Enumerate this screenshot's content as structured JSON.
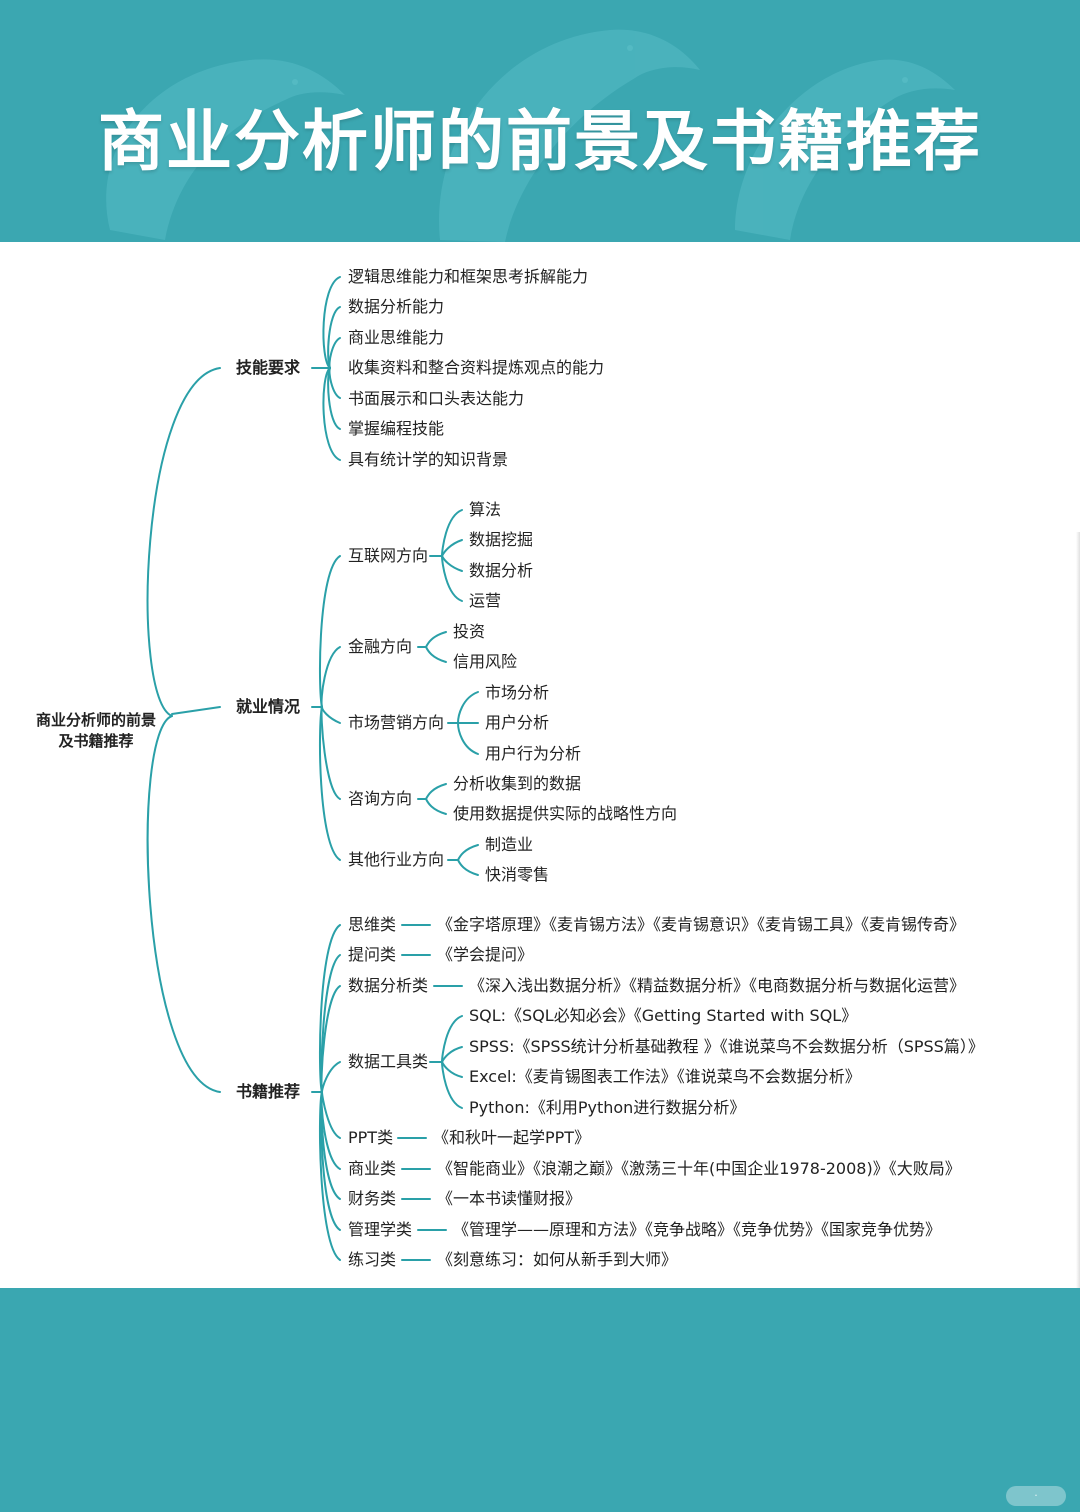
{
  "title": "商业分析师的前景及书籍推荐",
  "colors": {
    "accent": "#3aa7b1",
    "line": "#2aa0a8",
    "panel": "#ffffff",
    "text": "#222222"
  },
  "root": {
    "line1": "商业分析师的前景",
    "line2": "及书籍推荐"
  },
  "skills": {
    "label": "技能要求",
    "items": [
      "逻辑思维能力和框架思考拆解能力",
      "数据分析能力",
      "商业思维能力",
      "收集资料和整合资料提炼观点的能力",
      "书面展示和口头表达能力",
      "掌握编程技能",
      "具有统计学的知识背景"
    ]
  },
  "jobs": {
    "label": "就业情况",
    "branches": [
      {
        "label": "互联网方向",
        "items": [
          "算法",
          "数据挖掘",
          "数据分析",
          "运营"
        ]
      },
      {
        "label": "金融方向",
        "items": [
          "投资",
          "信用风险"
        ]
      },
      {
        "label": "市场营销方向",
        "items": [
          "市场分析",
          "用户分析",
          "用户行为分析"
        ]
      },
      {
        "label": "咨询方向",
        "items": [
          "分析收集到的数据",
          "使用数据提供实际的战略性方向"
        ]
      },
      {
        "label": "其他行业方向",
        "items": [
          "制造业",
          "快消零售"
        ]
      }
    ]
  },
  "books": {
    "label": "书籍推荐",
    "categories": [
      {
        "label": "思维类",
        "books": "《金字塔原理》《麦肯锡方法》《麦肯锡意识》《麦肯锡工具》《麦肯锡传奇》"
      },
      {
        "label": "提问类",
        "books": "《学会提问》"
      },
      {
        "label": "数据分析类",
        "books": "《深入浅出数据分析》《精益数据分析》《电商数据分析与数据化运营》"
      },
      {
        "label": "PPT类",
        "books": "《和秋叶一起学PPT》"
      },
      {
        "label": "商业类",
        "books": "《智能商业》《浪潮之巅》《激荡三十年(中国企业1978-2008)》《大败局》"
      },
      {
        "label": "财务类",
        "books": "《一本书读懂财报》"
      },
      {
        "label": "管理学类",
        "books": "《管理学——原理和方法》《竞争战略》《竞争优势》《国家竞争优势》"
      },
      {
        "label": "练习类",
        "books": "《刻意练习：如何从新手到大师》"
      }
    ],
    "tools": {
      "label": "数据工具类",
      "items": [
        "SQL:《SQL必知必会》《Getting Started with SQL》",
        "SPSS:《SPSS统计分析基础教程 》《谁说菜鸟不会数据分析（SPSS篇）》",
        "Excel:《麦肯锡图表工作法》《谁说菜鸟不会数据分析》",
        "Python:《利用Python进行数据分析》"
      ]
    }
  }
}
